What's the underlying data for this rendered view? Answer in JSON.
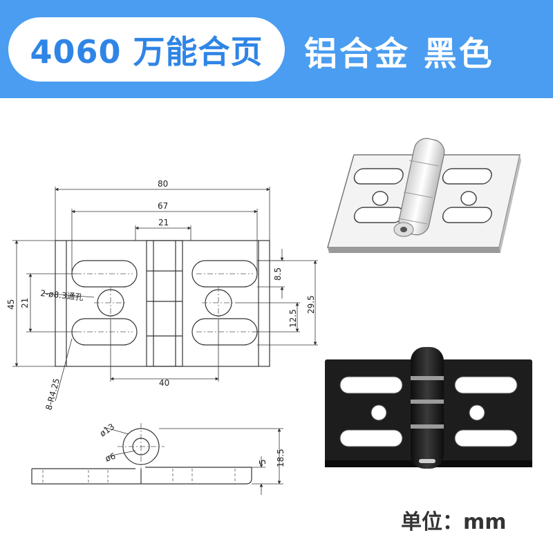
{
  "header": {
    "model_title": "4060 万能合页",
    "material_color": "铝合金  黑色"
  },
  "drawing": {
    "dimensions": {
      "overall_width": "80",
      "slot_span": "67",
      "knuckle_width": "21",
      "height": "45",
      "slot_center_height": "21",
      "slot_width": "8.5",
      "half_pitch": "12.5",
      "outer_slot_height": "29.5",
      "hole_spacing": "40",
      "through_hole_note": "2-ø8.3通孔",
      "slot_radius_note": "8-R4.25",
      "knuckle_outer_dia": "ø13",
      "pin_dia": "ø6",
      "plate_thickness": "5",
      "total_height": "18.5"
    },
    "colors": {
      "line": "#333333",
      "hidden": "#555555",
      "render_light": "#f2f2f2",
      "render_black": "#1c1c1c"
    }
  },
  "footer": {
    "unit_label": "单位：mm"
  }
}
